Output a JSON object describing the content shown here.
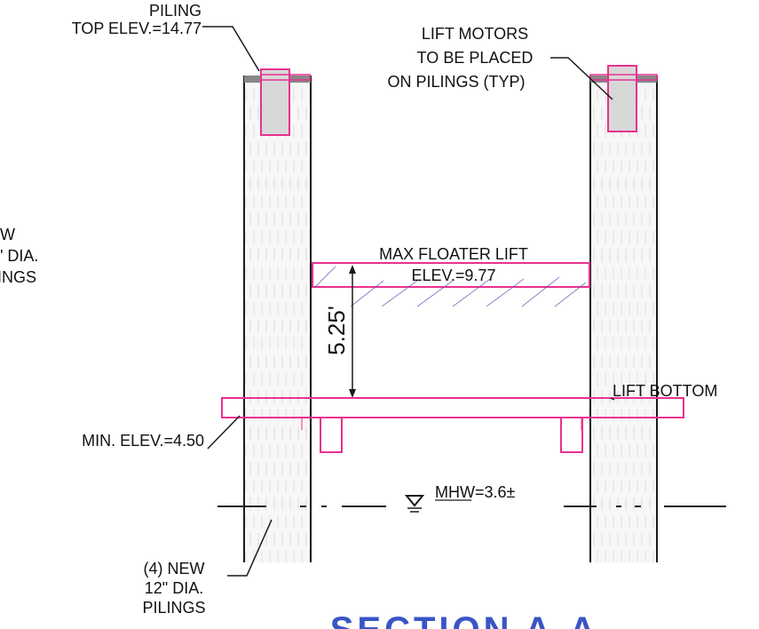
{
  "labels": {
    "piling_top": [
      "PILING",
      "TOP ELEV.=14.77"
    ],
    "lift_motors": [
      "LIFT MOTORS",
      "TO BE PLACED",
      "ON PILINGS (TYP)"
    ],
    "left_cut_note": [
      "W",
      "\" DIA.",
      "INGS"
    ],
    "max_floater": [
      "MAX FLOATER LIFT",
      "ELEV.=9.77"
    ],
    "dimension": "5.25'",
    "lift_bottom": "LIFT BOTTOM",
    "min_elev": "MIN. ELEV.=4.50",
    "mhw": "MHW=3.6±",
    "new_pilings": [
      "(4) NEW",
      "12\" DIA.",
      "PILINGS"
    ],
    "section_title": "SECTION  A-A"
  },
  "colors": {
    "ink": "#1a1a1a",
    "lift_outline": "#e8318f",
    "title": "#3a55c4",
    "piling_fill": "#f4f4f4",
    "motor_fill": "#d8d8d8"
  }
}
